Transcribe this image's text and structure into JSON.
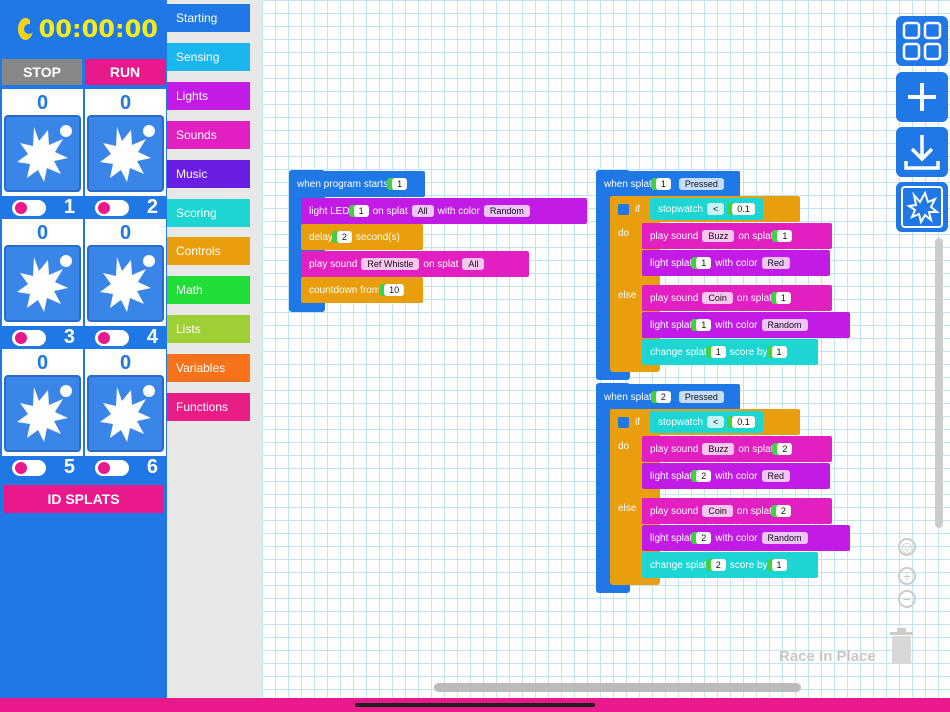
{
  "timer": {
    "time": "00:00:00"
  },
  "controls": {
    "stop_label": "STOP",
    "run_label": "RUN",
    "id_splats_label": "ID SPLATS"
  },
  "splats": [
    {
      "count": "0",
      "number": "1"
    },
    {
      "count": "0",
      "number": "2"
    },
    {
      "count": "0",
      "number": "3"
    },
    {
      "count": "0",
      "number": "4"
    },
    {
      "count": "0",
      "number": "5"
    },
    {
      "count": "0",
      "number": "6"
    }
  ],
  "categories": [
    {
      "label": "Starting",
      "color": "#1f78e6"
    },
    {
      "label": "Sensing",
      "color": "#1ab6ee"
    },
    {
      "label": "Lights",
      "color": "#c21be6"
    },
    {
      "label": "Sounds",
      "color": "#e21fc0"
    },
    {
      "label": "Music",
      "color": "#6a1de3"
    },
    {
      "label": "Scoring",
      "color": "#1dd6d3"
    },
    {
      "label": "Controls",
      "color": "#e89e0d"
    },
    {
      "label": "Math",
      "color": "#20dd37"
    },
    {
      "label": "Lists",
      "color": "#9fcf35"
    },
    {
      "label": "Variables",
      "color": "#f6731c"
    },
    {
      "label": "Functions",
      "color": "#e81e86"
    }
  ],
  "program": {
    "hat": "when program starts",
    "hat_value": "1",
    "led": "light LED",
    "led_value": "1",
    "on_splat": "on splat",
    "all": "All",
    "with_color": "with color",
    "random": "Random",
    "delay": "delay",
    "delay_value": "2",
    "seconds": "second(s)",
    "play_sound": "play sound",
    "sound": "Ref Whistle",
    "all2": "All",
    "countdown": "countdown from",
    "countdown_value": "10"
  },
  "splat_handlers": [
    {
      "when": "when splat",
      "splat": "1",
      "event": "Pressed",
      "if_label": "if",
      "do_label": "do",
      "else_label": "else",
      "stopwatch": "stopwatch",
      "op": "<",
      "threshold": "0.1",
      "do_sound_label": "play sound",
      "do_sound": "Buzz",
      "do_sound_splat_label": "on splat",
      "do_sound_splat": "1",
      "do_light_label": "light splat",
      "do_light_splat": "1",
      "do_color_label": "with color",
      "do_color": "Red",
      "else_sound_label": "play sound",
      "else_sound": "Coin",
      "else_sound_splat_label": "on splat",
      "else_sound_splat": "1",
      "else_light_label": "light splat",
      "else_light_splat": "1",
      "else_color_label": "with color",
      "else_color": "Random",
      "score_label": "change splat",
      "score_splat": "1",
      "score_by_label": "score by",
      "score_by": "1"
    },
    {
      "when": "when splat",
      "splat": "2",
      "event": "Pressed",
      "if_label": "if",
      "do_label": "do",
      "else_label": "else",
      "stopwatch": "stopwatch",
      "op": "<",
      "threshold": "0.1",
      "do_sound_label": "play sound",
      "do_sound": "Buzz",
      "do_sound_splat_label": "on splat",
      "do_sound_splat": "2",
      "do_light_label": "light splat",
      "do_light_splat": "2",
      "do_color_label": "with color",
      "do_color": "Red",
      "else_sound_label": "play sound",
      "else_sound": "Coin",
      "else_sound_splat_label": "on splat",
      "else_sound_splat": "2",
      "else_light_label": "light splat",
      "else_light_splat": "2",
      "else_color_label": "with color",
      "else_color": "Random",
      "score_label": "change splat",
      "score_splat": "2",
      "score_by_label": "score by",
      "score_by": "1"
    }
  ],
  "right_tools": [
    "grid-icon",
    "plus-icon",
    "download-icon",
    "splat-icon"
  ],
  "watermark": "Race In Place"
}
